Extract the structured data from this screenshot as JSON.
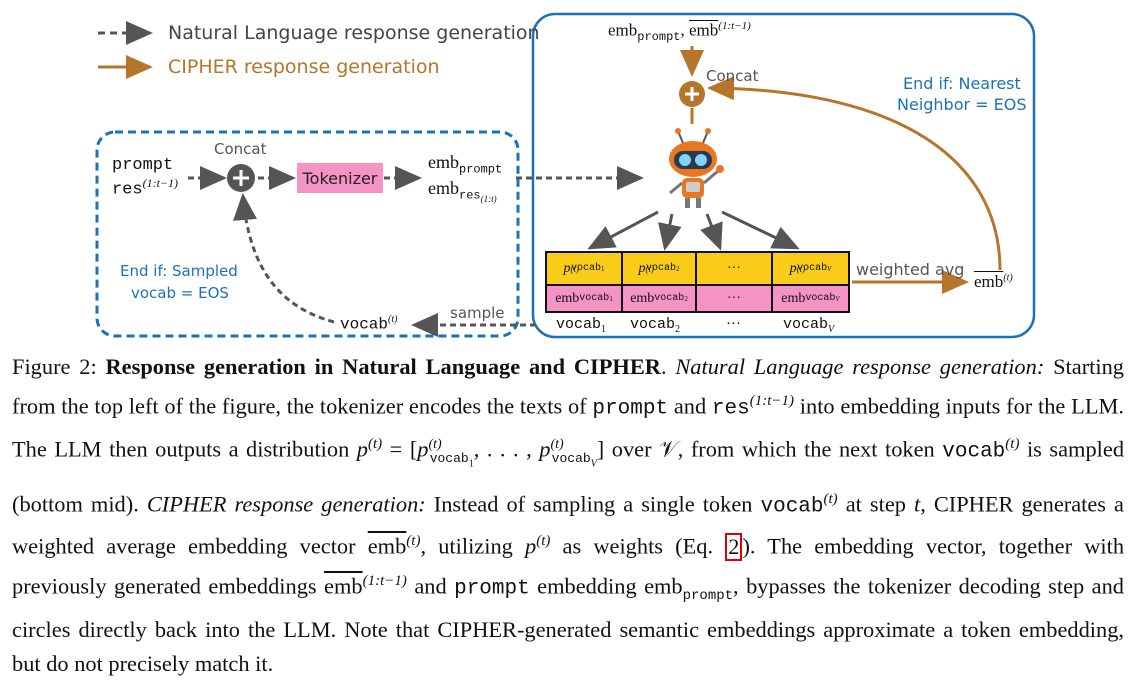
{
  "legend": {
    "natural_language": "Natural Language response generation",
    "cipher": "CIPHER response generation"
  },
  "left": {
    "prompt": "prompt",
    "res": "res",
    "res_sup": "(1:t−1)",
    "concat": "Concat",
    "tokenizer": "Tokenizer",
    "emb": "emb",
    "emb_prompt_sub": "prompt",
    "emb_res_sub": "res",
    "emb_res_subsup": "(1:t)",
    "end_if": "End if: Sampled",
    "end_if2": "vocab = EOS",
    "vocab_out": "vocab",
    "vocab_out_sup": "(t)",
    "sample": "sample"
  },
  "right": {
    "input_emb": "emb",
    "input_emb_sub": "prompt",
    "input_emb_bar": "emb",
    "input_emb_bar_sup": "(1:t−1)",
    "concat": "Concat",
    "end_if": "End if: Nearest",
    "end_if2": "Neighbor = EOS",
    "weighted_avg": "weighted avg",
    "emb_bar": "emb",
    "emb_bar_sup": "(t)",
    "ellipsis": "···",
    "p": "p",
    "p_sup": "(t)",
    "p_subs": [
      "vocab",
      "vocab",
      "vocab"
    ],
    "p_subsubs": [
      "1",
      "2",
      "V"
    ],
    "vocab_labels": [
      "vocab",
      "vocab",
      "···",
      "vocab"
    ],
    "vocab_label_subs": [
      "1",
      "2",
      "",
      "V"
    ]
  },
  "caption": {
    "label": "Figure 2: ",
    "title": "Response generation in Natural Language and CIPHER",
    "title_end": ".",
    "nl_head": "Natural Language response generation:",
    "t1": " Starting from the top left of the figure, the tokenizer encodes the texts of ",
    "prompt": "prompt",
    "and": " and ",
    "res": "res",
    "res_sup": "(1:t−1)",
    "t2": " into embedding inputs for the LLM. The LLM then outputs a distribution ",
    "p": "p",
    "p_sup": "(t)",
    "eq": " = [",
    "p1": "p",
    "p1_sup": "(t)",
    "p1_sub": "vocab",
    "p1_subsub": "1",
    "dots": ", . . . , ",
    "pv": "p",
    "pv_sup": "(t)",
    "pv_sub": "vocab",
    "pv_subsub": "V",
    "t3": "] over ",
    "calv": "𝒱",
    "t4": ", from which the next token ",
    "vocab": "vocab",
    "vocab_sup": "(t)",
    "t5": " is sampled (bottom mid). ",
    "cipher_head": "CIPHER response generation:",
    "t6": " Instead of sampling a single token ",
    "vocab2": "vocab",
    "vocab2_sup": "(t)",
    "t7": " at step ",
    "t_var": "t",
    "t8": ", CIPHER generates a weighted average embedding vector ",
    "emb": "emb",
    "emb_sup": "(t)",
    "t9": ", utilizing ",
    "p2": "p",
    "p2_sup": "(t)",
    "t10": " as weights (Eq. ",
    "eqref": "2",
    "t11": "). The embedding vector, together with previously generated embeddings ",
    "emb2": "emb",
    "emb2_sup": "(1:t−1)",
    "t12": " and ",
    "prompt2": "prompt",
    "t13": " embedding emb",
    "emb_sub": "prompt",
    "t14": ", bypasses the tokenizer decoding step and circles directly back into the LLM. Note that CIPHER-generated semantic embeddings approximate a token embedding, but do not precisely match it."
  },
  "colors": {
    "cipher_brown": "#b5752a",
    "blue": "#1a73b8",
    "yellow": "#f9cc1a",
    "pink": "#f593c5",
    "grey_dash": "#555555"
  },
  "icons": [
    "robot-llm-icon",
    "concat-plus-icon"
  ]
}
